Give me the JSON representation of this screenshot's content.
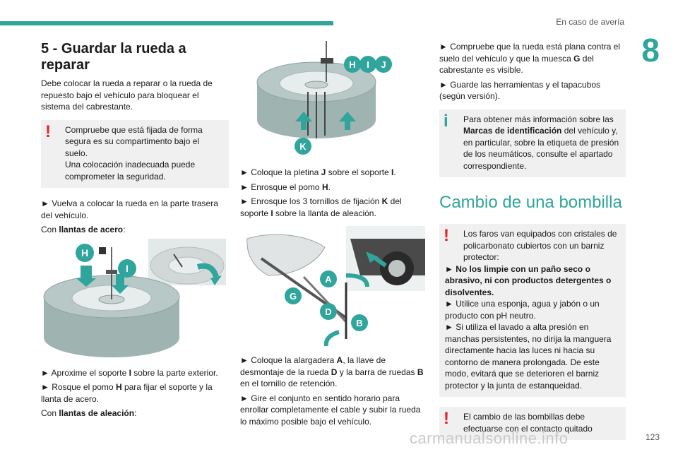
{
  "header": {
    "section_title": "En caso de avería",
    "chapter_number": "8"
  },
  "col1": {
    "heading": "5 - Guardar la rueda a reparar",
    "intro": "Debe colocar la rueda a reparar o la rueda de repuesto bajo el vehículo para bloquear el sistema del cabrestante.",
    "warning_line1": "Compruebe que está fijada de forma segura es su compartimento bajo el suelo.",
    "warning_line2": "Una colocación inadecuada puede comprometer la seguridad.",
    "step1": "► Vuelva a colocar la rueda en la parte trasera del vehículo.",
    "steel_prefix": "Con ",
    "steel_label": "llantas de acero",
    "steel_suffix": ":",
    "fig_labels": [
      "H",
      "I"
    ],
    "step2_pre": "► Aproxime el soporte ",
    "step2_b": "I",
    "step2_post": " sobre la parte exterior.",
    "step3_pre": "► Rosque el pomo ",
    "step3_b": "H",
    "step3_post": " para fijar el soporte y la llanta de acero.",
    "alloy_prefix": "Con ",
    "alloy_label": "llantas de aleación",
    "alloy_suffix": ":"
  },
  "col2": {
    "fig_labels": [
      "H",
      "I",
      "J",
      "K"
    ],
    "s1_pre": "► Coloque la pletina ",
    "s1_b1": "J",
    "s1_mid": " sobre el soporte ",
    "s1_b2": "I",
    "s1_post": ".",
    "s2_pre": "► Enrosque el pomo ",
    "s2_b": "H",
    "s2_post": ".",
    "s3_pre": "► Enrosque los 3 tornillos de fijación ",
    "s3_b1": "K",
    "s3_mid": " del soporte ",
    "s3_b2": "I",
    "s3_post": " sobre la llanta de aleación.",
    "fig2_labels": [
      "A",
      "G",
      "D",
      "B"
    ],
    "s4_pre": "► Coloque la alargadera ",
    "s4_b1": "A",
    "s4_mid1": ", la llave de desmontaje de la rueda ",
    "s4_b2": "D",
    "s4_mid2": " y la barra de ruedas ",
    "s4_b3": "B",
    "s4_post": " en el tornillo de retención.",
    "s5": "► Gire el conjunto en sentido horario para enrollar completamente el cable y subir la rueda lo máximo posible bajo el vehículo."
  },
  "col3": {
    "c1_pre": "► Compruebe que la rueda está plana contra el suelo del vehículo y que la muesca ",
    "c1_b": "G",
    "c1_post": " del cabrestante es visible.",
    "c2": "► Guarde las herramientas y el tapacubos (según versión).",
    "info_pre": "Para obtener más información sobre las ",
    "info_b": "Marcas de identificación",
    "info_post": " del vehículo y, en particular, sobre la etiqueta de presión de los neumáticos, consulte el apartado correspondiente.",
    "heading": "Cambio de una bombilla",
    "w1_intro": "Los faros van equipados con cristales de policarbonato cubiertos con un barniz protector:",
    "w1_bold": "► No los limpie con un paño seco o abrasivo, ni con productos detergentes o disolventes.",
    "w1_l2": "► Utilice una esponja, agua y jabón o un producto con pH neutro.",
    "w1_l3": "► Si utiliza el lavado a alta presión en manchas persistentes, no dirija la manguera directamente hacia las luces ni hacia su contorno de manera prolongada. De este modo, evitará que se deterioren el barniz protector y la junta de estanqueidad.",
    "w2": "El cambio de las bombillas debe efectuarse con el contacto quitado"
  },
  "footer": {
    "page_number": "123",
    "watermark": "carmanualsonline.info"
  },
  "colors": {
    "accent": "#2fa59c",
    "warning": "#e2202a",
    "note_bg": "#f0f0f0"
  },
  "icons": {
    "warning": "exclamation-icon",
    "info": "info-icon"
  }
}
